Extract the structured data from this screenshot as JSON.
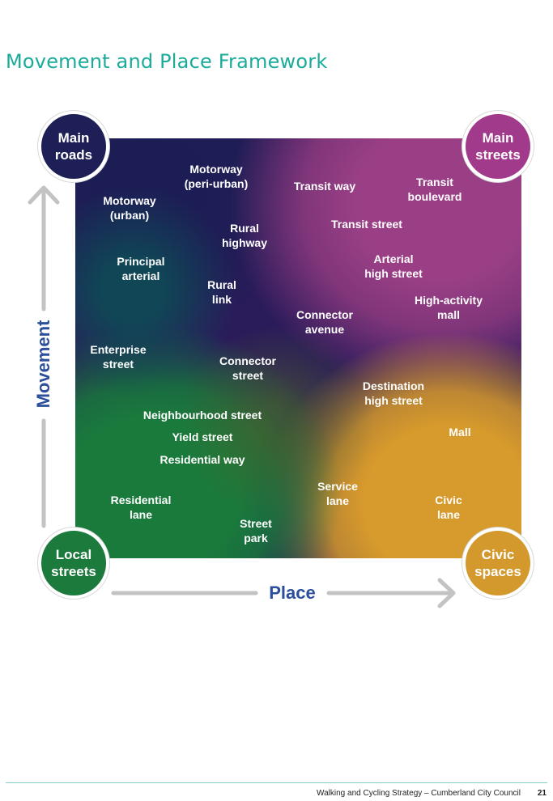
{
  "page": {
    "title": "Movement and Place Framework",
    "footer_text": "Walking and Cycling Strategy – Cumberland City Council",
    "page_number": "21"
  },
  "diagram": {
    "axis_vertical_label": "Movement",
    "axis_horizontal_label": "Place",
    "corners": {
      "top_left": "Main\nroads",
      "top_right": "Main\nstreets",
      "bottom_left": "Local\nstreets",
      "bottom_right": "Civic\nspaces"
    },
    "corner_colors": {
      "top_left": "#1f1f57",
      "top_right": "#a23a8c",
      "bottom_left": "#1b7a3c",
      "bottom_right": "#d4992d"
    },
    "street_types": [
      "Motorway\n(peri-urban)",
      "Motorway\n(urban)",
      "Transit way",
      "Transit\nboulevard",
      "Rural\nhighway",
      "Transit street",
      "Principal\narterial",
      "Arterial\nhigh street",
      "Rural\nlink",
      "High-activity\nmall",
      "Connector\navenue",
      "Enterprise\nstreet",
      "Connector\nstreet",
      "Destination\nhigh street",
      "Neighbourhood street",
      "Mall",
      "Yield street",
      "Residential way",
      "Service\nlane",
      "Residential\nlane",
      "Civic\nlane",
      "Street\npark"
    ]
  }
}
